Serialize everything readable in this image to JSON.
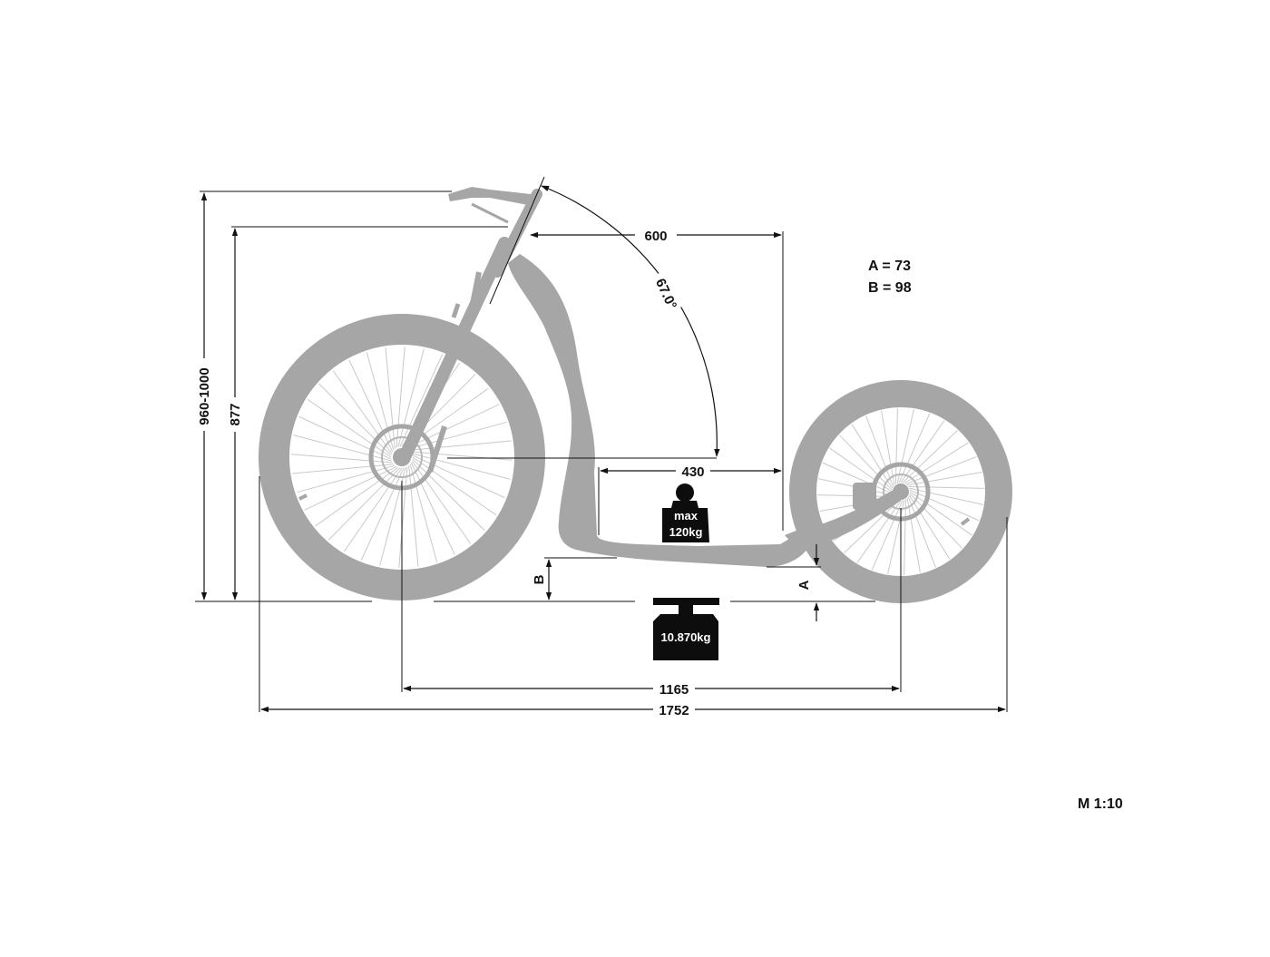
{
  "colors": {
    "silhouette": "#a6a6a6",
    "silhouette_dark": "#8e8e8e",
    "spoke": "#c9c9c9",
    "line": "#111111",
    "weight_fill": "#0d0d0d",
    "background": "#ffffff"
  },
  "dimensions": {
    "total_height": "960-1000",
    "handlebar_height": "877",
    "reach": "600",
    "steering_angle": "67.0°",
    "deck_length": "430",
    "wheelbase": "1165",
    "total_length": "1752",
    "deck_height_label": "B",
    "rear_clearance_label": "A"
  },
  "notes": {
    "a_value": "A = 73",
    "b_value": "B = 98"
  },
  "max_load": {
    "line1": "max",
    "line2": "120kg"
  },
  "weight": "10.870kg",
  "scale": "M 1:10",
  "icons": {
    "max_load_weight": "weight-icon",
    "scooter_weight": "scale-weight-icon",
    "scooter": "kickscooter-silhouette"
  }
}
